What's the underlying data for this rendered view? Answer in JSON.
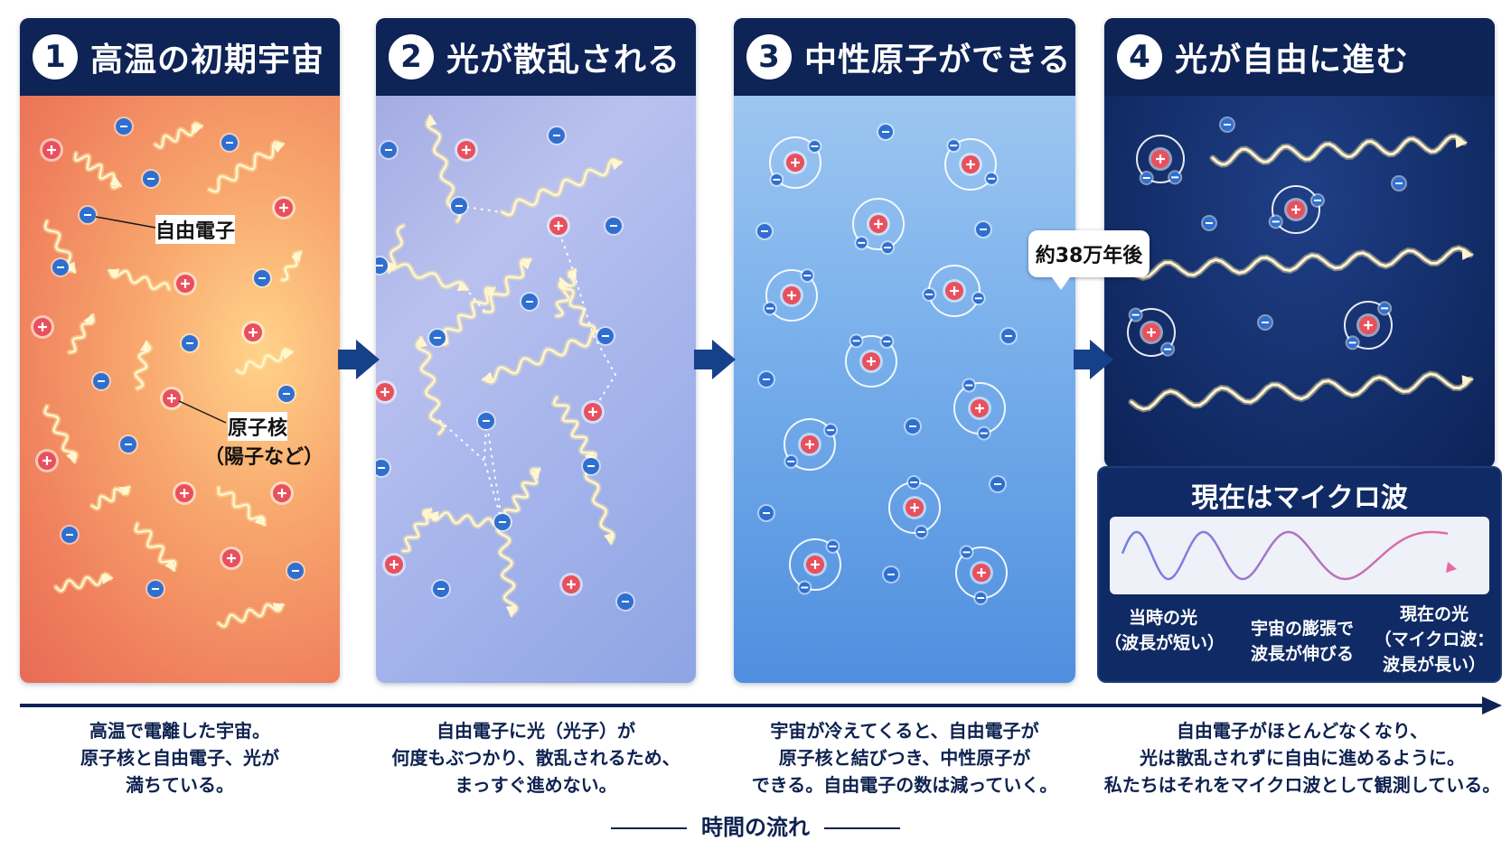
{
  "panels": [
    {
      "num": "1",
      "title": "高温の初期宇宙"
    },
    {
      "num": "2",
      "title": "光が散乱される"
    },
    {
      "num": "3",
      "title": "中性原子ができる"
    },
    {
      "num": "4",
      "title": "光が自由に進む"
    }
  ],
  "labels": {
    "free_electron": "自由電子",
    "nucleus": "原子核",
    "nucleus_note": "（陽子など）",
    "time_after": "約38万年後"
  },
  "microwave": {
    "title": "現在はマイクロ波",
    "left_label_1": "当時の光",
    "left_label_2": "（波長が短い）",
    "mid_label_1": "宇宙の膨張で",
    "mid_label_2": "波長が伸びる",
    "right_label_1": "現在の光",
    "right_label_2": "（マイクロ波：",
    "right_label_3": "波長が長い）"
  },
  "captions": [
    [
      "高温で電離した宇宙。",
      "原子核と自由電子、光が",
      "満ちている。"
    ],
    [
      "自由電子に光（光子）が",
      "何度もぶつかり、散乱されるため、",
      "まっすぐ進めない。"
    ],
    [
      "宇宙が冷えてくると、自由電子が",
      "原子核と結びつき、中性原子が",
      "できる。自由電子の数は減っていく。"
    ],
    [
      "自由電子がほとんどなくなり、",
      "光は散乱されずに自由に進めるように。",
      "私たちはそれをマイクロ波として観測している。"
    ]
  ],
  "flow_label": "時間の流れ",
  "colors": {
    "navy": "#0e2356",
    "proton": "#e8505e",
    "electron": "#2f6fd0",
    "arrow": "#17408a"
  }
}
